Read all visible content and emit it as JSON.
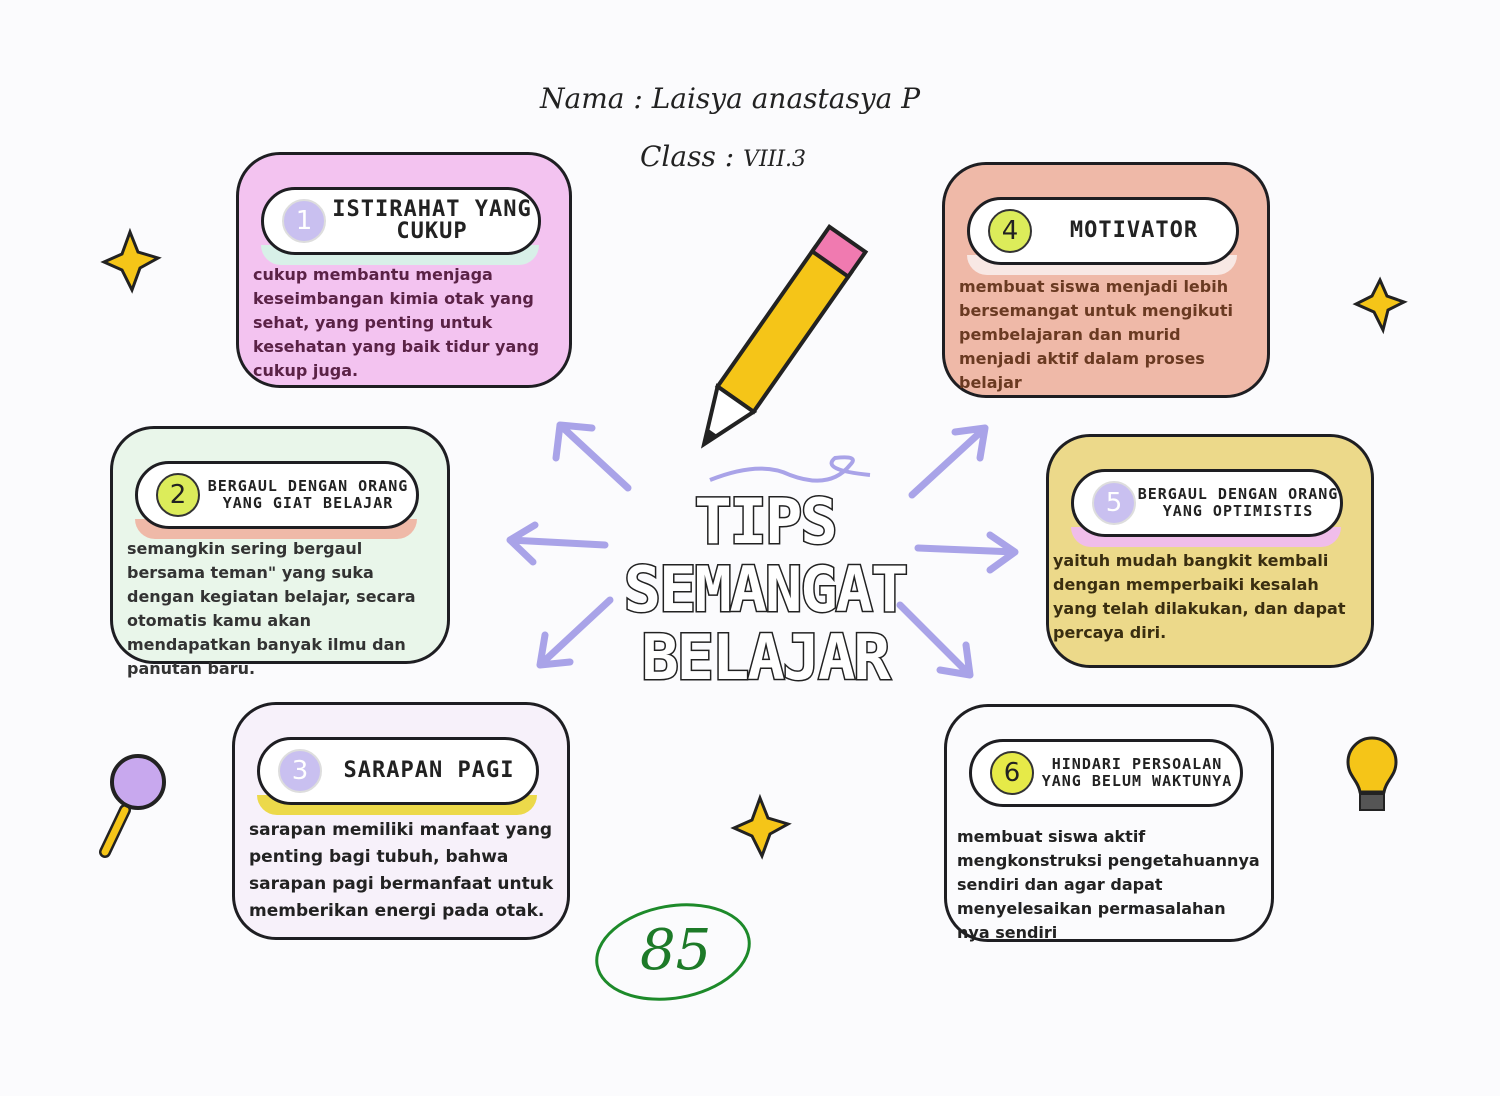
{
  "header": {
    "name_label": "Nama :",
    "name_value": "Laisya anastasya P",
    "class_label": "Class :",
    "class_value": "VIII.3"
  },
  "center": {
    "line1": "TIPS",
    "line2": "SEMANGAT",
    "line3": "BELAJAR"
  },
  "grade": "85",
  "colors": {
    "pink": "#f3c3f0",
    "peach": "#efb9a8",
    "yellow": "#ecd98a",
    "mint": "#e9f6ea",
    "lavender": "#f7f1fa",
    "white": "#fbfbfd",
    "arrow": "#a9a3e8"
  },
  "tips": [
    {
      "num": "1",
      "title": "ISTIRAHAT YANG CUKUP",
      "text": "cukup membantu menjaga keseimbangan kimia otak yang sehat, yang penting untuk kesehatan yang baik tidur yang cukup juga."
    },
    {
      "num": "2",
      "title": "BERGAUL DENGAN ORANG YANG GIAT BELAJAR",
      "text": "semangkin sering bergaul bersama teman\" yang suka dengan kegiatan belajar, secara otomatis kamu akan mendapatkan banyak ilmu dan panutan baru."
    },
    {
      "num": "3",
      "title": "SARAPAN PAGI",
      "text": "sarapan memiliki manfaat yang penting bagi tubuh, bahwa sarapan pagi bermanfaat untuk memberikan energi pada otak."
    },
    {
      "num": "4",
      "title": "MOTIVATOR",
      "text": "membuat siswa menjadi lebih bersemangat untuk mengikuti pembelajaran dan murid menjadi aktif dalam proses belajar"
    },
    {
      "num": "5",
      "title": "BERGAUL DENGAN ORANG YANG OPTIMISTIS",
      "text": "yaituh mudah bangkit kembali dengan memperbaiki kesalah yang telah dilakukan, dan dapat percaya diri."
    },
    {
      "num": "6",
      "title": "HINDARI PERSOALAN YANG BELUM WAKTUNYA",
      "text": "membuat siswa aktif mengkonstruksi pengetahuannya sendiri dan agar dapat menyelesaikan permasalahan nya sendiri"
    }
  ]
}
